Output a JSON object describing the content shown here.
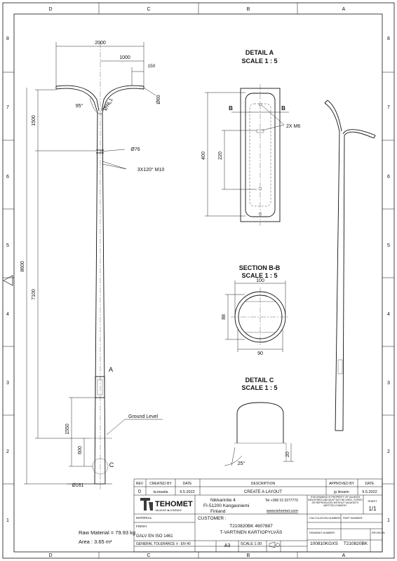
{
  "frame": {
    "cols_top": [
      "D",
      "C",
      "B",
      "A"
    ],
    "cols_bottom": [
      "D",
      "C",
      "B",
      "A"
    ],
    "rows_left": [
      "8",
      "7",
      "6",
      "5",
      "4",
      "3",
      "2",
      "1"
    ],
    "rows_right": [
      "8",
      "7",
      "6",
      "5",
      "4",
      "3",
      "2",
      "1"
    ]
  },
  "front_view": {
    "dims": {
      "arm_span": "2000",
      "half_span": "1000",
      "tip": "150",
      "tip_dia": "Ø60",
      "bend_angle": "95°",
      "bend_dia": "Ø76.1",
      "arm_height": "1500",
      "shaft_dia": "Ø76",
      "holes": "3X120° M10",
      "total_height": "8600",
      "shaft_height": "7100",
      "door_height": "1550",
      "embed_depth": "600",
      "base_dia": "Ø161"
    },
    "labels": {
      "detail_a_marker": "A",
      "detail_c_marker": "C",
      "ground_level": "Ground Level"
    }
  },
  "detail_a": {
    "title": "DETAIL A",
    "scale": "SCALE 1 : 5",
    "section_left": "B",
    "section_right": "B",
    "screws": "2X M6",
    "dim_outer": "400",
    "dim_inner": "220"
  },
  "section_bb": {
    "title": "SECTION B-B",
    "scale": "SCALE 1 : 5",
    "dim_top": "100",
    "dim_side": "88",
    "dim_bottom": "90"
  },
  "detail_c": {
    "title": "DETAIL C",
    "scale": "SCALE 1 : 5",
    "angle": "25°",
    "dim_height": "20"
  },
  "material_info": {
    "raw_material": "Raw Material = 79.93 kg",
    "area": "Area : 3.65 m²"
  },
  "title_block": {
    "rev_headers": {
      "rev": "REV",
      "created_by": "CREATED BY",
      "date": "DATE",
      "description": "DESCRIPTION",
      "approved_by": "APPROVED BY",
      "date2": "DATE"
    },
    "rev_row": {
      "rev": "0",
      "created_by": "ta.maarta",
      "date": "9.5.2022",
      "description": "CREATE A LAYOUT",
      "approved_by": "jp.linnarin",
      "date2": "9.5.2022"
    },
    "company": {
      "name": "TEHOMET",
      "sub": "VALMONT ■ COMPANY",
      "address1": "Nikkarintie 4",
      "address2": "FI-51200 Kangasniemi",
      "address3": "Finland",
      "tel": "Tel +358 15 3377770",
      "web": "www.tehomet.com",
      "notice": "THIS DRAWING IS PROPERTY OF VALMONT INDUSTRIES AND MUST NOT BE USED, COPIED OR REPRODUCED WITHOUT VALMONT'S WRITTEN CONSENT."
    },
    "sheet": {
      "label": "SHEET",
      "value": "1/1"
    },
    "material_label": "MATERIAL:",
    "finish_label": "FINISH:",
    "finish": "GALV EN ISO 1461",
    "customer_label": "CUSTOMER :",
    "part_code": "T210820BK 4607887",
    "part_name": "T-VARTINEN KARTIOPYLVÄS",
    "tolerance": "GENERAL TOLERANCE ± : EN 40",
    "format": "A3",
    "scale": "SCALE 1:30",
    "calc_label": "CALCULATION NUMBER:",
    "part_no_label": "PART NUMBER:",
    "drawing_no_label": "DRAWING NUMBER:",
    "rev_label": "REVISION:",
    "drawing_number": "100810KGXS",
    "part_number": "T210820BK"
  }
}
